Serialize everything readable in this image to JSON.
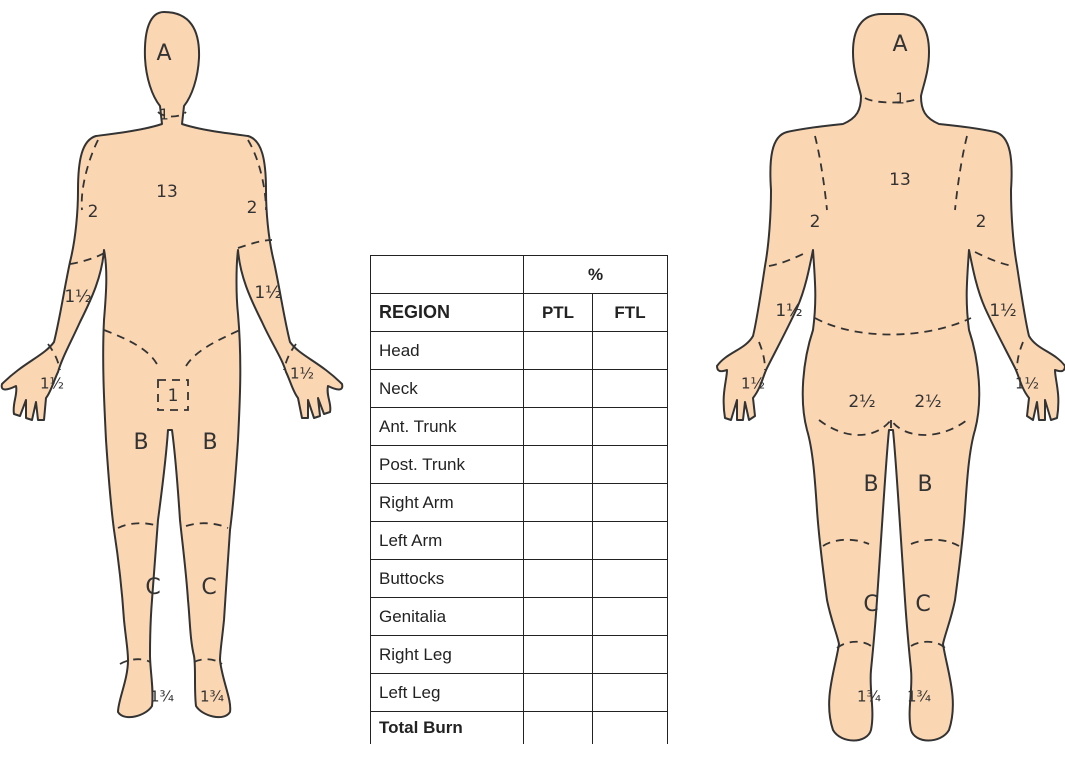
{
  "front_figure": {
    "labels": {
      "head": "A",
      "neck": "1",
      "trunk": "13",
      "upper_arm_right": "2",
      "upper_arm_left": "2",
      "forearm_right": "1½",
      "forearm_left": "1½",
      "hand_right": "1½",
      "hand_left": "1½",
      "genitalia": "1",
      "thigh_right": "B",
      "thigh_left": "B",
      "leg_right": "C",
      "leg_left": "C",
      "foot_right": "1¾",
      "foot_left": "1¾"
    }
  },
  "back_figure": {
    "labels": {
      "head": "A",
      "neck": "1",
      "trunk": "13",
      "upper_arm_left": "2",
      "upper_arm_right": "2",
      "forearm_left": "1½",
      "forearm_right": "1½",
      "hand_left": "1½",
      "hand_right": "1½",
      "buttock_left": "2½",
      "buttock_right": "2½",
      "thigh_left": "B",
      "thigh_right": "B",
      "leg_left": "C",
      "leg_right": "C",
      "foot_left": "1¾",
      "foot_right": "1¾"
    }
  },
  "table": {
    "percent_header": "%",
    "region_header": "REGION",
    "ptl_header": "PTL",
    "ftl_header": "FTL",
    "rows": [
      {
        "region": "Head",
        "ptl": "",
        "ftl": ""
      },
      {
        "region": "Neck",
        "ptl": "",
        "ftl": ""
      },
      {
        "region": "Ant. Trunk",
        "ptl": "",
        "ftl": ""
      },
      {
        "region": "Post. Trunk",
        "ptl": "",
        "ftl": ""
      },
      {
        "region": "Right Arm",
        "ptl": "",
        "ftl": ""
      },
      {
        "region": "Left Arm",
        "ptl": "",
        "ftl": ""
      },
      {
        "region": "Buttocks",
        "ptl": "",
        "ftl": ""
      },
      {
        "region": "Genitalia",
        "ptl": "",
        "ftl": ""
      },
      {
        "region": "Right Leg",
        "ptl": "",
        "ftl": ""
      },
      {
        "region": "Left Leg",
        "ptl": "",
        "ftl": ""
      }
    ],
    "total_label": "Total Burn"
  },
  "colors": {
    "skin": "#fbd6b2",
    "outline": "#333333"
  }
}
